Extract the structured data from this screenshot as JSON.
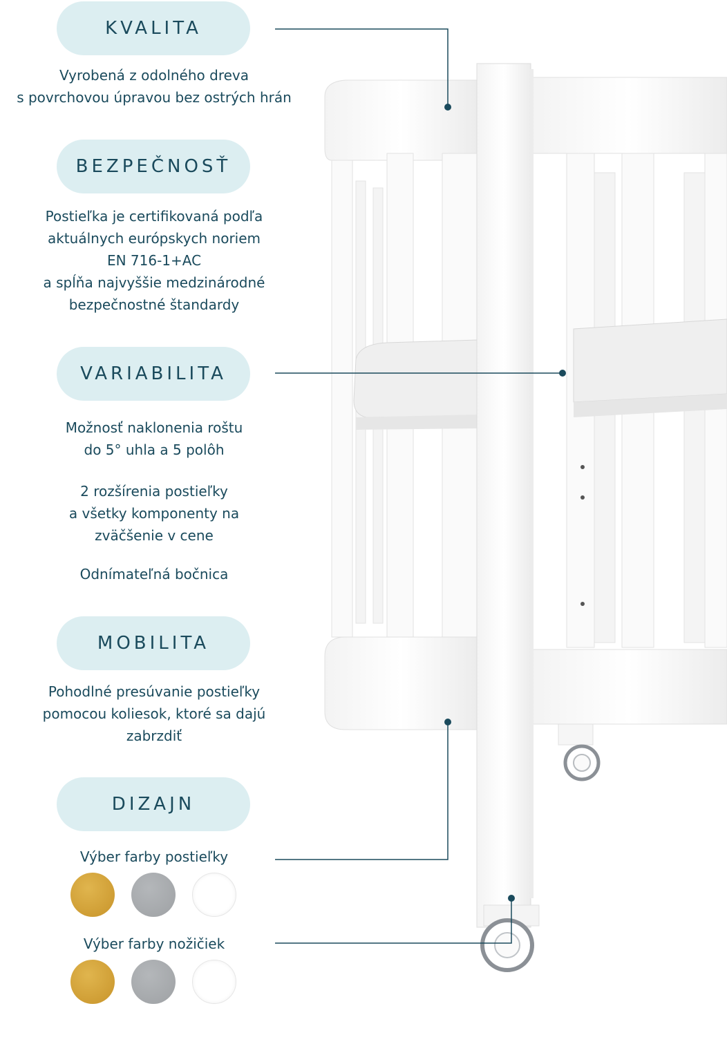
{
  "sections": {
    "kvalita": {
      "title": "KVALITA",
      "line1": "Vyrobená z odolného dreva",
      "line2": "s povrchovou úpravou bez ostrých hrán"
    },
    "bezpecnost": {
      "title": "BEZPEČNOSŤ",
      "line1": "Postieľka je certifikovaná podľa",
      "line2": "aktuálnych európskych noriem",
      "line3": "EN 716-1+AC",
      "line4": "a spĺňa najvyššie medzinárodné",
      "line5": "bezpečnostné štandardy"
    },
    "variabilita": {
      "title": "VARIABILITA",
      "p1_line1": "Možnosť naklonenia roštu",
      "p1_line2": "do 5° uhla a 5 polôh",
      "p2_line1": "2 rozšírenia postieľky",
      "p2_line2": "a všetky komponenty na",
      "p2_line3": "zväčšenie v cene",
      "p3": "Odnímateľná bočnica"
    },
    "mobilita": {
      "title": "MOBILITA",
      "line1": "Pohodlné presúvanie postieľky",
      "line2": "pomocou koliesok, ktoré sa dajú",
      "line3": "zabrzdiť"
    },
    "dizajn": {
      "title": "DIZAJN",
      "crib_color_label": "Výber farby postieľky",
      "leg_color_label": "Výber farby nožičiek",
      "crib_colors": [
        "#d4a33c",
        "#aaadb0",
        "#ffffff"
      ],
      "leg_colors": [
        "#d4a33c",
        "#aaadb0",
        "#ffffff"
      ]
    }
  },
  "colors": {
    "accent": "#1a4a5c",
    "pill_bg": "#dceef1"
  }
}
